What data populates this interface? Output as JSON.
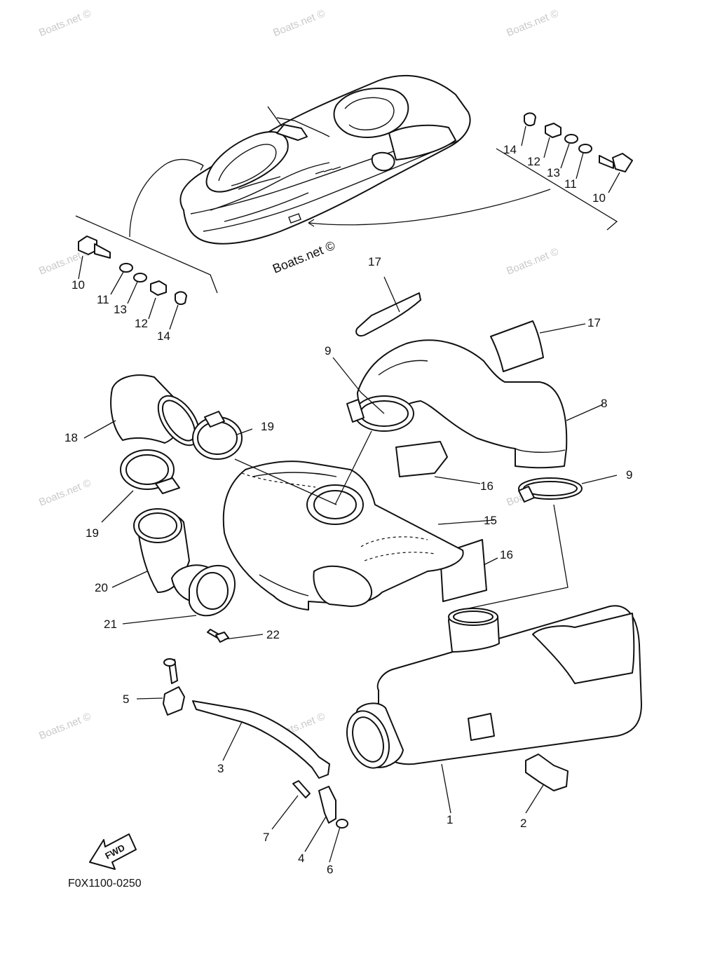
{
  "diagram": {
    "drawing_code": "F0X1100-0250",
    "brand_label": "Boats.net ©",
    "watermark_text": "Boats.net ©",
    "direction_label": "FWD",
    "colors": {
      "ink": "#111111",
      "watermark": "#c9c9c9",
      "background": "#ffffff"
    },
    "callouts": {
      "c1": "1",
      "c2": "2",
      "c3": "3",
      "c4": "4",
      "c5": "5",
      "c6": "6",
      "c7": "7",
      "c8": "8",
      "c9a": "9",
      "c9b": "9",
      "c10a": "10",
      "c11a": "11",
      "c12a": "12",
      "c13a": "13",
      "c14a": "14",
      "c10b": "10",
      "c11b": "11",
      "c12b": "12",
      "c13b": "13",
      "c14b": "14",
      "c15": "15",
      "c16a": "16",
      "c16b": "16",
      "c17a": "17",
      "c17b": "17",
      "c18": "18",
      "c19a": "19",
      "c19b": "19",
      "c20": "20",
      "c21": "21",
      "c22": "22"
    }
  }
}
